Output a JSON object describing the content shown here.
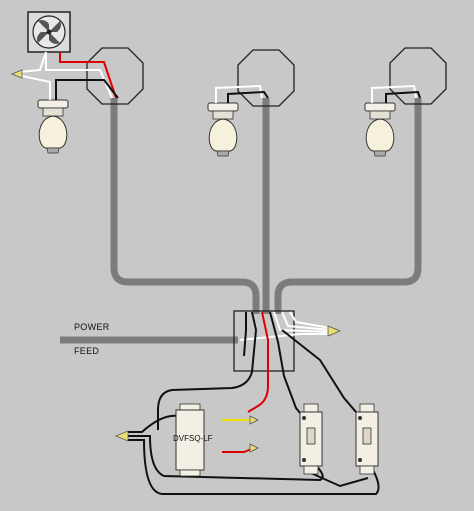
{
  "labels": {
    "power": "POWER",
    "feed": "FEED",
    "fan_control": "DVFSQ-LF"
  },
  "colors": {
    "background": "#c8c8c8",
    "conduit": "#7c7c7c",
    "hot_wire": "#e00000",
    "neutral_wire": "#ffffff",
    "black_wire": "#111111",
    "yellow_wire": "#f0e000",
    "wire_nut": "#e8e070",
    "device_body": "#f3efe4"
  },
  "icons": {
    "fan": "ceiling-fan-icon",
    "bulb": "light-bulb-icon",
    "junction_box": "octagon-junction-box-icon",
    "switch": "toggle-switch-icon",
    "wire_nut": "wire-nut-icon"
  }
}
